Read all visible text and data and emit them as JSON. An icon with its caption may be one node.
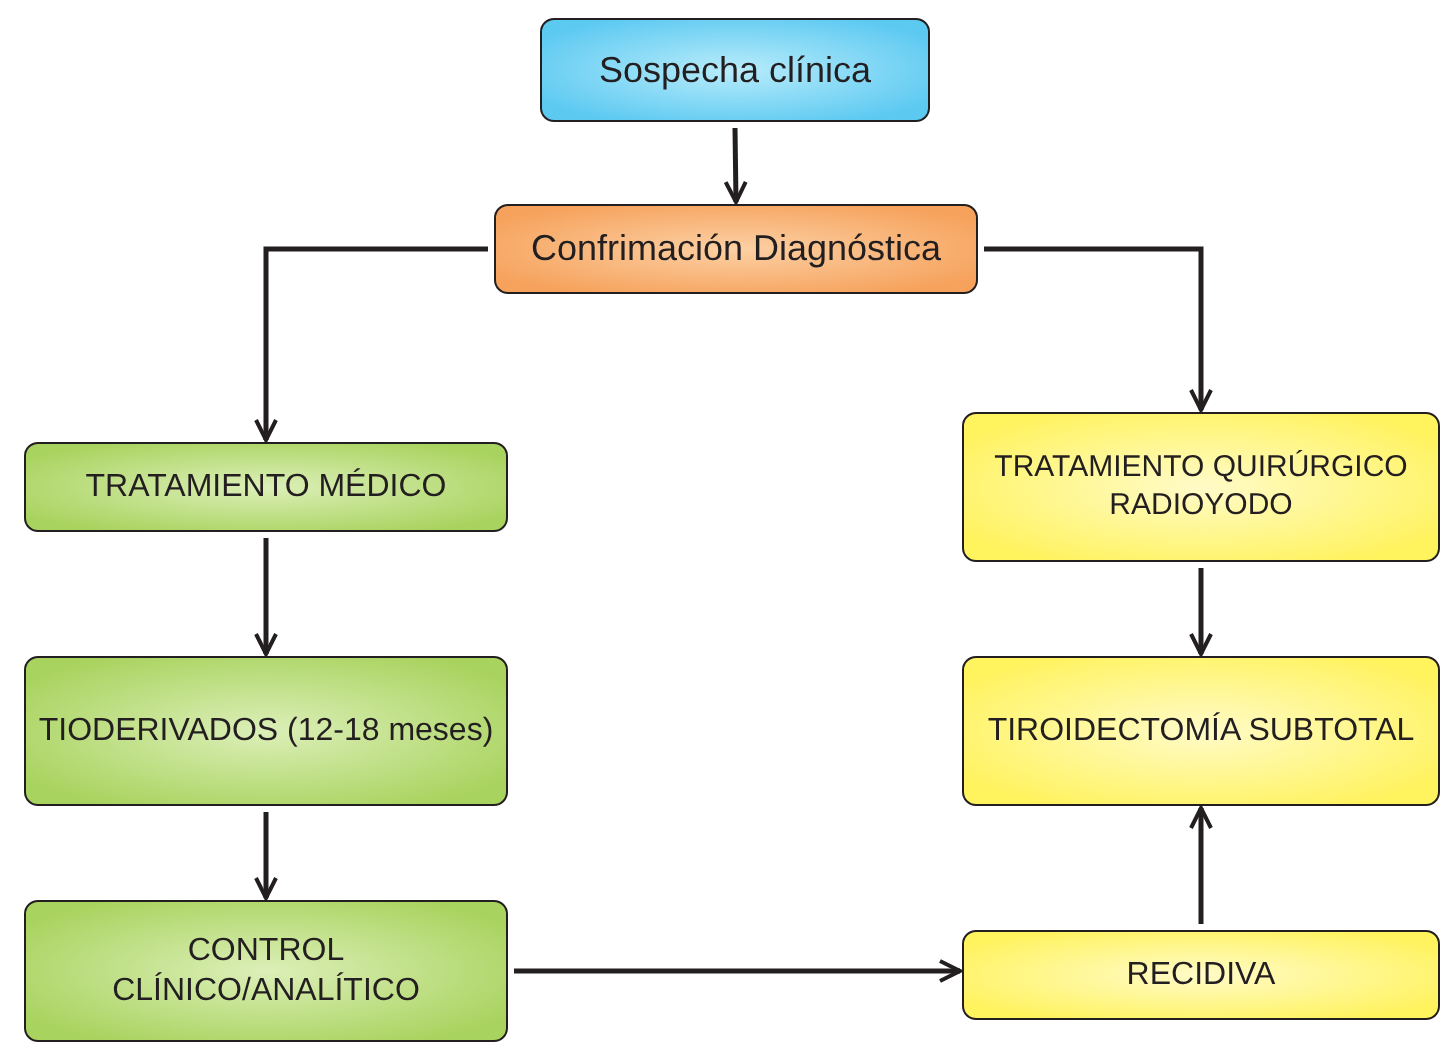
{
  "diagram": {
    "nodes": [
      {
        "text": [
          "Sospecha clínica"
        ]
      },
      {
        "text": [
          "Confrimación Diagnóstica"
        ]
      },
      {
        "text": [
          "TRATAMIENTO MÉDICO"
        ]
      },
      {
        "text": [
          "TRATAMIENTO QUIRÚRGICO RADIOYODO"
        ]
      },
      {
        "text": [
          "TIODERIVADOS (12-18 meses)"
        ]
      },
      {
        "text": [
          "TIROIDECTOMÍA SUBTOTAL"
        ]
      },
      {
        "text": [
          "CONTROL CLÍNICO/ANALÍTICO"
        ]
      },
      {
        "text": [
          "RECIDIVA"
        ]
      }
    ],
    "edges": [
      {
        "from": 0,
        "to": 1,
        "arrow": "to"
      },
      {
        "from": 1,
        "to": 2,
        "arrow": "to"
      },
      {
        "from": 1,
        "to": 3,
        "arrow": "to"
      },
      {
        "from": 2,
        "to": 4,
        "arrow": "to"
      },
      {
        "from": 4,
        "to": 6,
        "arrow": "to"
      },
      {
        "from": 6,
        "to": 7,
        "arrow": "to"
      },
      {
        "from": 3,
        "to": 5,
        "arrow": "to"
      },
      {
        "from": 7,
        "to": 5,
        "arrow": "to"
      }
    ]
  }
}
